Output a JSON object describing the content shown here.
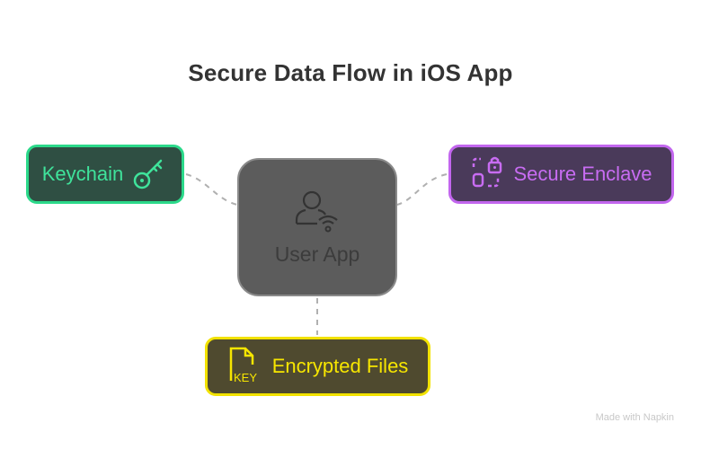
{
  "title": "Secure Data Flow in iOS App",
  "nodes": {
    "center": {
      "label": "User App",
      "icon": "user-wifi-icon",
      "color": "#5c5c5c"
    },
    "keychain": {
      "label": "Keychain",
      "icon": "key-icon",
      "color": "#2bd98a"
    },
    "enclave": {
      "label": "Secure Enclave",
      "icon": "lock-icon",
      "color": "#c266ee"
    },
    "files": {
      "label": "Encrypted Files",
      "icon": "key-file-icon",
      "icon_text": "KEY",
      "color": "#f2e200"
    }
  },
  "footer": "Made with Napkin"
}
